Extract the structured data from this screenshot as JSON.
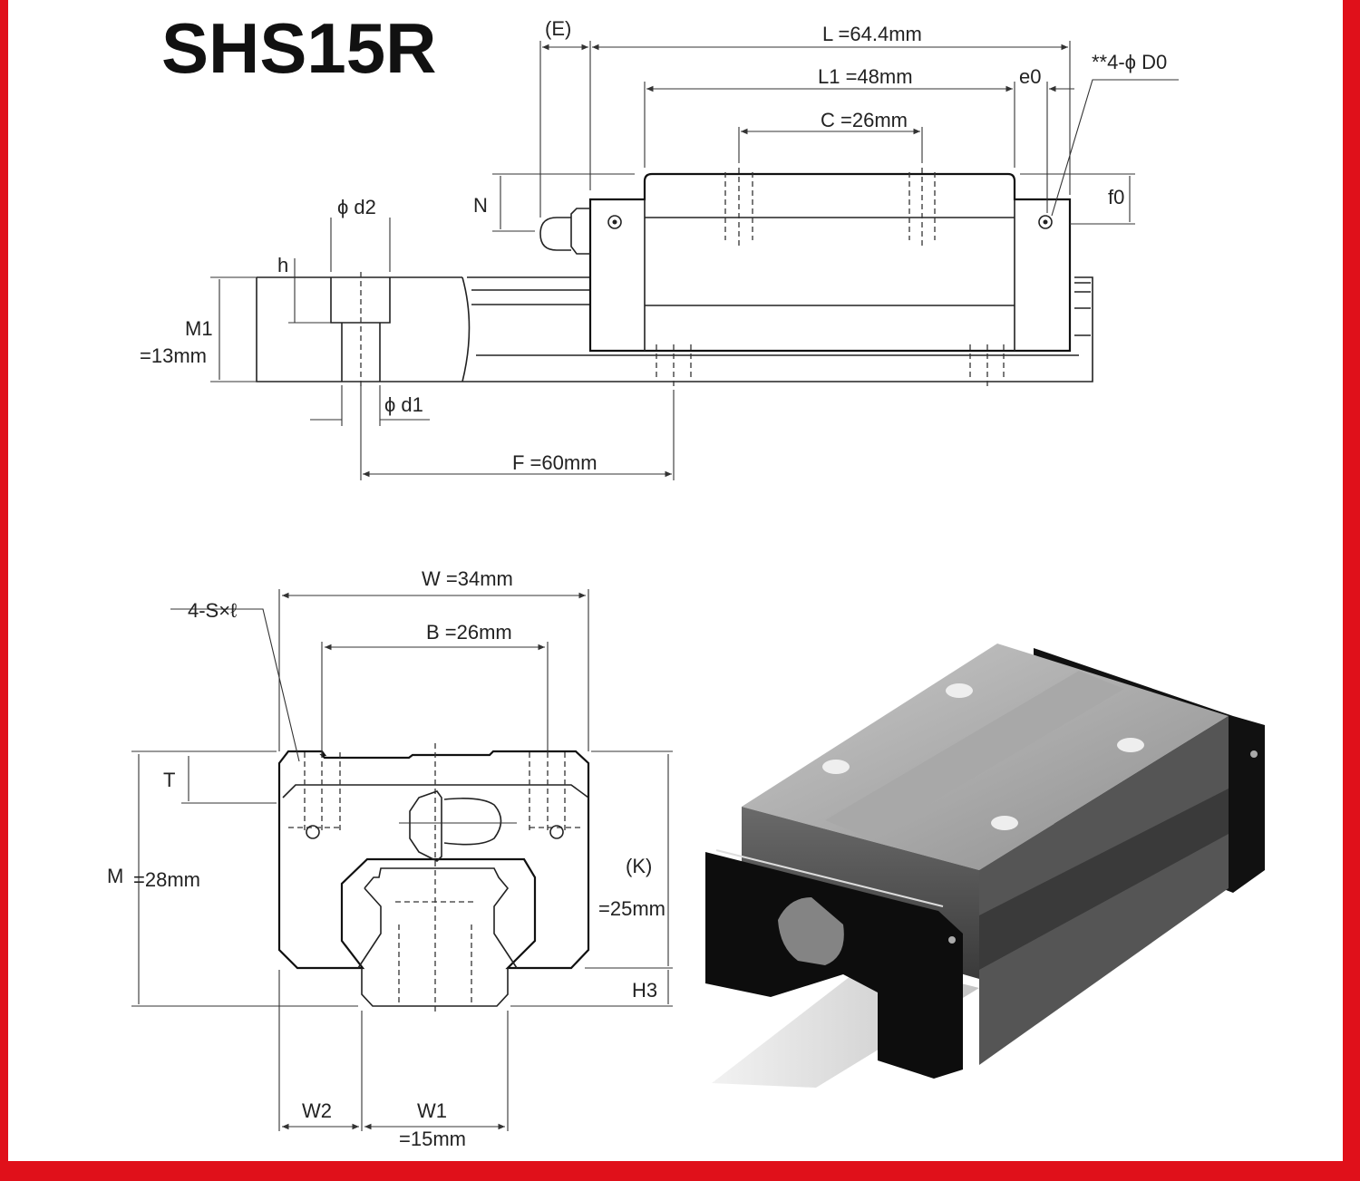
{
  "title": "SHS15R",
  "side_view": {
    "E": "(E)",
    "L": "L =64.4mm",
    "L1": "L1 =48mm",
    "C": "C =26mm",
    "e0": "e0",
    "D0": "**4-ϕ D0",
    "N": "N",
    "f0": "f0",
    "d2": "ϕ d2",
    "h": "h",
    "M1": "M1",
    "M1_value": "=13mm",
    "d1": "ϕ d1",
    "F": "F =60mm"
  },
  "front_view": {
    "W": "W =34mm",
    "S": "4-S×ℓ",
    "B": "B =26mm",
    "T": "T",
    "M": "M",
    "M_value": "=28mm",
    "K": "(K)",
    "K_value": "=25mm",
    "H3": "H3",
    "W2": "W2",
    "W1": "W1",
    "W1_value": "=15mm"
  },
  "colors": {
    "frame": "#e0101a"
  }
}
